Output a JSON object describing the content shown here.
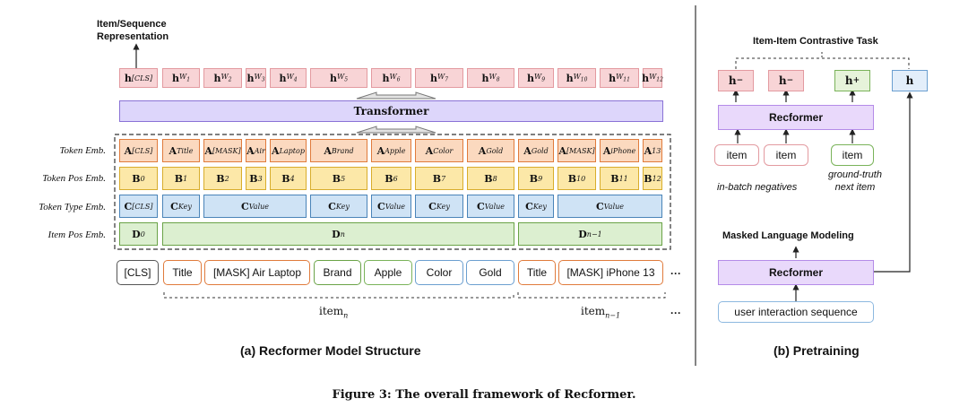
{
  "repr_label": {
    "line1": "Item/Sequence",
    "line2": "Representation"
  },
  "hidden": [
    {
      "base": "h",
      "sub": "[CLS]"
    },
    {
      "base": "h",
      "sub": "W",
      "ss": "1"
    },
    {
      "base": "h",
      "sub": "W",
      "ss": "2"
    },
    {
      "base": "h",
      "sub": "W",
      "ss": "3"
    },
    {
      "base": "h",
      "sub": "W",
      "ss": "4"
    },
    {
      "base": "h",
      "sub": "W",
      "ss": "5"
    },
    {
      "base": "h",
      "sub": "W",
      "ss": "6"
    },
    {
      "base": "h",
      "sub": "W",
      "ss": "7"
    },
    {
      "base": "h",
      "sub": "W",
      "ss": "8"
    },
    {
      "base": "h",
      "sub": "W",
      "ss": "9"
    },
    {
      "base": "h",
      "sub": "W",
      "ss": "10"
    },
    {
      "base": "h",
      "sub": "W",
      "ss": "11"
    },
    {
      "base": "h",
      "sub": "W",
      "ss": "12"
    }
  ],
  "transformer_label": "Transformer",
  "row_labels": {
    "token": "Token Emb.",
    "token_pos": "Token Pos Emb.",
    "token_type": "Token Type Emb.",
    "item_pos": "Item Pos Emb."
  },
  "token_emb": [
    {
      "base": "A",
      "sub": "[CLS]"
    },
    {
      "base": "A",
      "sub": "Title"
    },
    {
      "base": "A",
      "sub": "[MASK]"
    },
    {
      "base": "A",
      "sub": "Air"
    },
    {
      "base": "A",
      "sub": "Laptop"
    },
    {
      "base": "A",
      "sub": "Brand"
    },
    {
      "base": "A",
      "sub": "Apple"
    },
    {
      "base": "A",
      "sub": "Color"
    },
    {
      "base": "A",
      "sub": "Gold"
    },
    {
      "base": "A",
      "sub": "Gold"
    },
    {
      "base": "A",
      "sub": "[MASK]"
    },
    {
      "base": "A",
      "sub": "iPhone"
    },
    {
      "base": "A",
      "sub": "13"
    }
  ],
  "token_pos": [
    {
      "base": "B",
      "sub": "0"
    },
    {
      "base": "B",
      "sub": "1"
    },
    {
      "base": "B",
      "sub": "2"
    },
    {
      "base": "B",
      "sub": "3"
    },
    {
      "base": "B",
      "sub": "4"
    },
    {
      "base": "B",
      "sub": "5"
    },
    {
      "base": "B",
      "sub": "6"
    },
    {
      "base": "B",
      "sub": "7"
    },
    {
      "base": "B",
      "sub": "8"
    },
    {
      "base": "B",
      "sub": "9"
    },
    {
      "base": "B",
      "sub": "10"
    },
    {
      "base": "B",
      "sub": "11"
    },
    {
      "base": "B",
      "sub": "12"
    }
  ],
  "token_type": [
    {
      "base": "C",
      "sub": "[CLS]"
    },
    {
      "base": "C",
      "sub": "Key"
    },
    {
      "base": "C",
      "sub": "Value"
    },
    {
      "base": "C",
      "sub": "Key"
    },
    {
      "base": "C",
      "sub": "Value"
    },
    {
      "base": "C",
      "sub": "Key"
    },
    {
      "base": "C",
      "sub": "Value"
    },
    {
      "base": "C",
      "sub": "Key"
    },
    {
      "base": "C",
      "sub": "Value"
    }
  ],
  "item_pos": [
    {
      "base": "D",
      "sub": "0"
    },
    {
      "base": "D",
      "sub": "n"
    },
    {
      "base": "D",
      "sub": "n−1"
    }
  ],
  "tokens": [
    "[CLS]",
    "Title",
    "[MASK] Air Laptop",
    "Brand",
    "Apple",
    "Color",
    "Gold",
    "Title",
    "[MASK] iPhone 13"
  ],
  "ellipsis": "···",
  "item_n": {
    "base": "item",
    "sub": "n"
  },
  "item_n1": {
    "base": "item",
    "sub": "n−1"
  },
  "caption_a": "(a) Recformer Model Structure",
  "caption_b": "(b) Pretraining",
  "pretrain": {
    "contrastive_title": "Item-Item Contrastive Task",
    "h_minus_1": {
      "base": "h",
      "sub": "−"
    },
    "h_minus_2": {
      "base": "h",
      "sub": "−"
    },
    "h_plus": {
      "base": "h",
      "sub": "+"
    },
    "h_target": "h",
    "recformer_top": "Recformer",
    "item_neg_1": "item",
    "item_neg_2": "item",
    "item_gt": "item",
    "neg_label": "in-batch negatives",
    "gt_label_1": "ground-truth",
    "gt_label_2": "next item",
    "mlm_title": "Masked Language Modeling",
    "recformer_bottom": "Recformer",
    "user_seq": "user interaction sequence"
  },
  "figure_caption": "Figure 3: The overall framework of Recformer."
}
